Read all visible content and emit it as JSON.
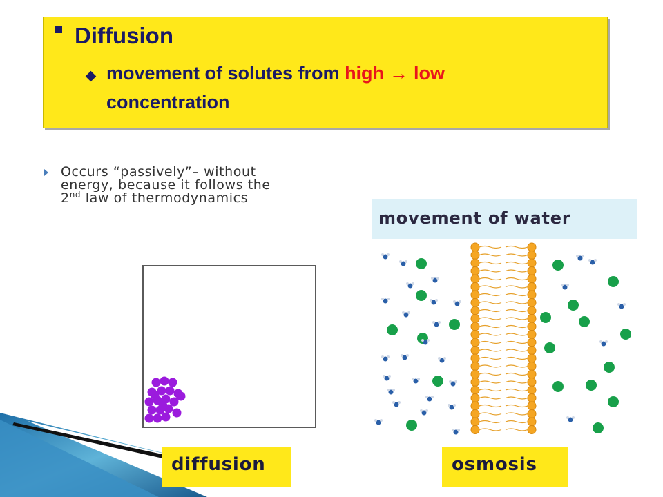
{
  "slide": {
    "title": "Diffusion",
    "subpoint": {
      "prefix": "movement of solutes from ",
      "high": "high",
      "arrow": "→",
      "low": "low",
      "line2": "concentration"
    },
    "occurs": {
      "line1": "Occurs “passively”– without",
      "line2": "energy, because it follows the",
      "line3_pre": "2",
      "line3_sup": "nd",
      "line3_post": " law of thermodynamics"
    },
    "water_label": "movement of water",
    "diffusion_label": "diffusion",
    "osmosis_label": "osmosis"
  },
  "colors": {
    "title_box": "#ffe81a",
    "title_text": "#1a1a66",
    "highlight_red": "#e8151c",
    "water_box": "#ddf1f8",
    "particles": "#9b1bdd",
    "solute_green": "#18a04a",
    "membrane_heads": "#f5a623",
    "water_blue": "#2a5fa8"
  },
  "icons": {
    "title_bullet": "square-bullet-icon",
    "sub_bullet": "diamond-bullet-icon",
    "occurs_bullet": "triangle-bullet-icon"
  }
}
